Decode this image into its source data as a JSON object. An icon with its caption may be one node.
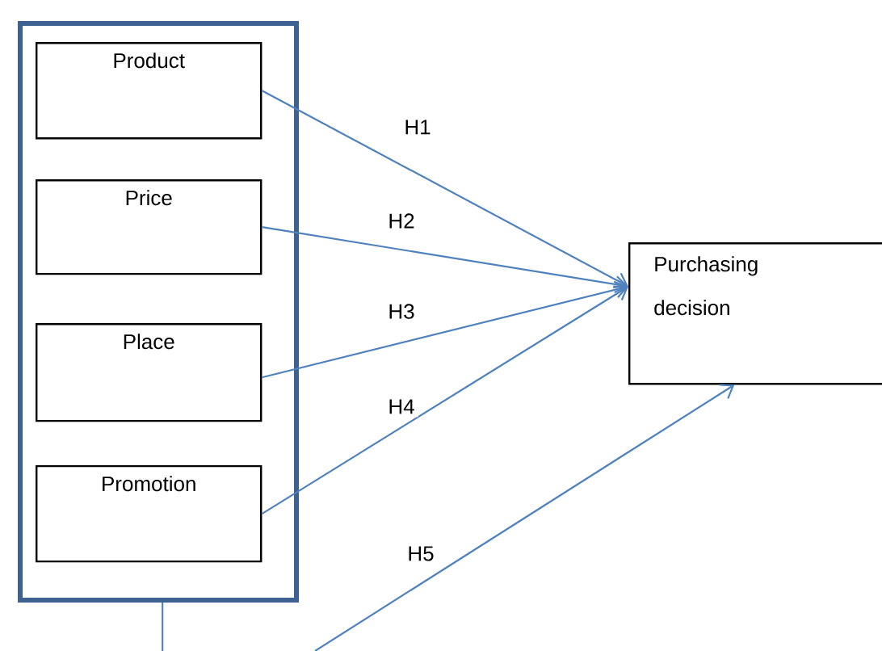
{
  "diagram": {
    "nodes": [
      {
        "text": [],
        "shape": "box"
      },
      {
        "text": [
          "Product"
        ],
        "in": 0
      },
      {
        "text": [
          "Price"
        ],
        "in": 0
      },
      {
        "text": [
          "Place"
        ],
        "in": 0
      },
      {
        "text": [
          "Promotion"
        ],
        "in": 0
      },
      {
        "text": [
          "Purchasing decision"
        ]
      }
    ],
    "edges": [
      {
        "from": 1,
        "to": 5,
        "arrow": "to",
        "label": "H1"
      },
      {
        "from": 2,
        "to": 5,
        "arrow": "to",
        "label": "H2"
      },
      {
        "from": 3,
        "to": 5,
        "arrow": "to",
        "label": "H3"
      },
      {
        "from": 4,
        "to": 5,
        "arrow": "to",
        "label": "H4"
      },
      {
        "from": 0,
        "to": null,
        "arrow": "none"
      },
      {
        "from": null,
        "to": 5,
        "arrow": "to",
        "label": "H5"
      }
    ]
  }
}
